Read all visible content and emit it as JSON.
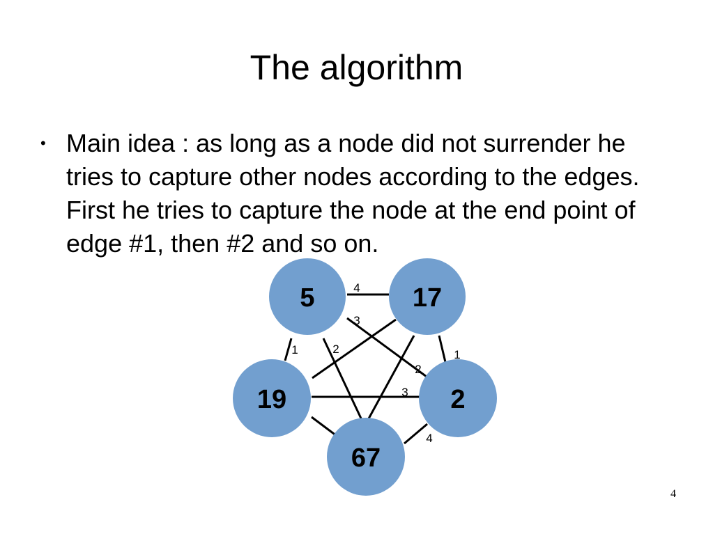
{
  "slide": {
    "title": "The algorithm",
    "bullets": [
      "Main idea : as long as a node did not surrender he tries to capture other nodes according to the edges. First he tries to capture the node at the end point of edge #1, then #2 and so on."
    ],
    "bullet_symbol": "•",
    "page_number": "4"
  },
  "graph": {
    "node_color": "#729fcf",
    "nodes": [
      {
        "id": "n5",
        "label": "5"
      },
      {
        "id": "n17",
        "label": "17"
      },
      {
        "id": "n19",
        "label": "19"
      },
      {
        "id": "n2",
        "label": "2"
      },
      {
        "id": "n67",
        "label": "67"
      }
    ],
    "edge_labels": [
      {
        "id": "e5-17-at-5",
        "text": "4"
      },
      {
        "id": "e5-2-at-5",
        "text": "3"
      },
      {
        "id": "e5-19-at-5",
        "text": "1"
      },
      {
        "id": "e5-67-at-5",
        "text": "2"
      },
      {
        "id": "e17-2-at-17",
        "text": "1"
      },
      {
        "id": "e5-2-at-2",
        "text": "2"
      },
      {
        "id": "e19-2-at-2",
        "text": "3"
      },
      {
        "id": "e67-2-at-2",
        "text": "4"
      }
    ]
  }
}
